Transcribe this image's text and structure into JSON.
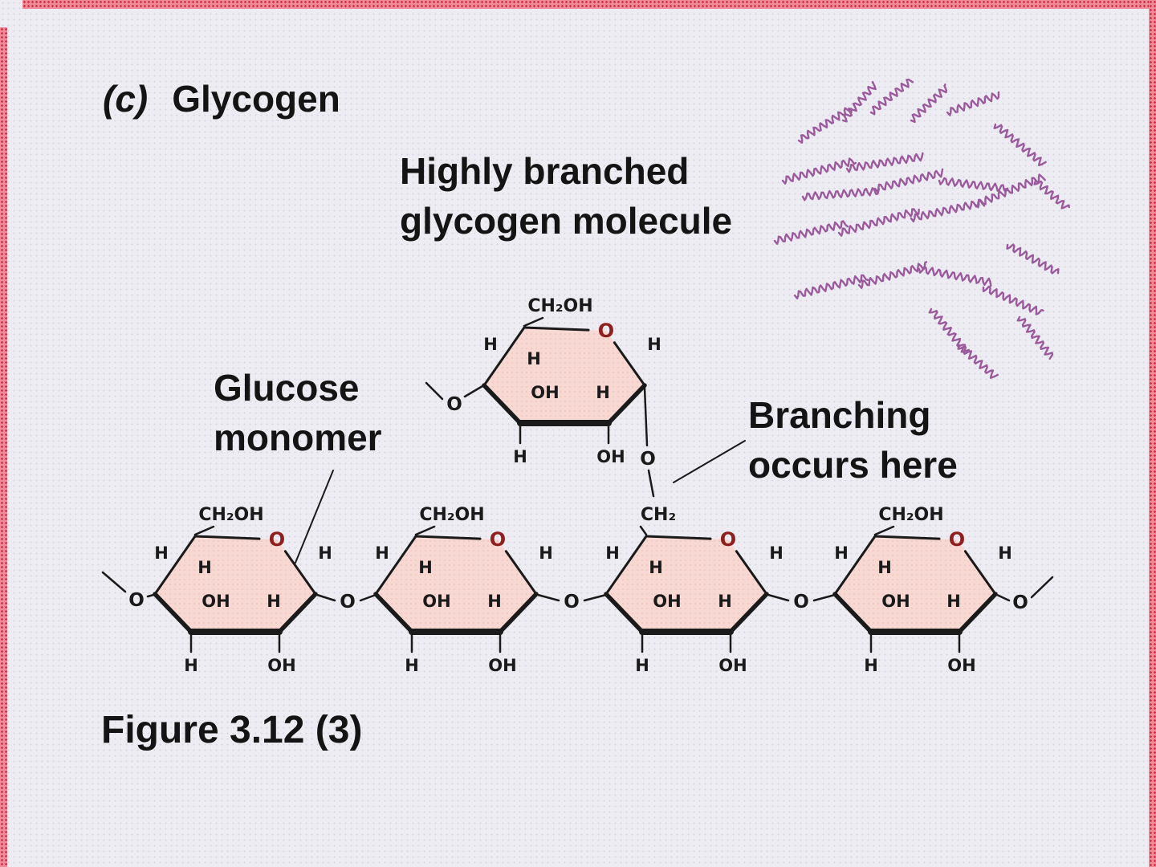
{
  "slide": {
    "heading_prefix": "(c)",
    "heading": "Glycogen",
    "caption": "Figure 3.12 (3)"
  },
  "annotations": {
    "highly_branched": [
      "Highly branched",
      "glycogen molecule"
    ],
    "glucose_monomer": [
      "Glucose",
      "monomer"
    ],
    "branching": [
      "Branching",
      "occurs here"
    ]
  },
  "chemistry": {
    "linker_o": "O",
    "branch_o": "O",
    "rings": [
      {
        "name": "glucose-ring-1",
        "top": "CH₂OH",
        "ring_o": "O",
        "inner_top": "H",
        "inner_left": "OH",
        "inner_right": "H",
        "outer_left": "H",
        "outer_right": "H",
        "bottom_left": "H",
        "bottom_right": "OH"
      },
      {
        "name": "glucose-ring-2",
        "top": "CH₂OH",
        "ring_o": "O",
        "inner_top": "H",
        "inner_left": "OH",
        "inner_right": "H",
        "outer_left": "H",
        "outer_right": "H",
        "bottom_left": "H",
        "bottom_right": "OH"
      },
      {
        "name": "glucose-ring-3-branch-point",
        "top": "CH₂",
        "ring_o": "O",
        "inner_top": "H",
        "inner_left": "OH",
        "inner_right": "H",
        "outer_left": "H",
        "outer_right": "H",
        "bottom_left": "H",
        "bottom_right": "OH"
      },
      {
        "name": "glucose-ring-4",
        "top": "CH₂OH",
        "ring_o": "O",
        "inner_top": "H",
        "inner_left": "OH",
        "inner_right": "H",
        "outer_left": "H",
        "outer_right": "H",
        "bottom_left": "H",
        "bottom_right": "OH"
      },
      {
        "name": "glucose-ring-branch",
        "top": "CH₂OH",
        "ring_o": "O",
        "inner_top": "H",
        "inner_left": "OH",
        "inner_right": "H",
        "outer_left": "H",
        "outer_right": "H",
        "bottom_left": "H",
        "bottom_right": "OH"
      }
    ]
  },
  "colors": {
    "background": "#edecf2",
    "background_dot": "#d8d4e0",
    "stripe": "#ee8b96",
    "stripe_dot": "#cf2f47",
    "ring_fill": "#f8d8d2",
    "ring_dot": "#eec0b8",
    "ring_oxygen": "#8e1f1f",
    "bond": "#1a1a1a",
    "squiggle": "#9a5a9c"
  }
}
